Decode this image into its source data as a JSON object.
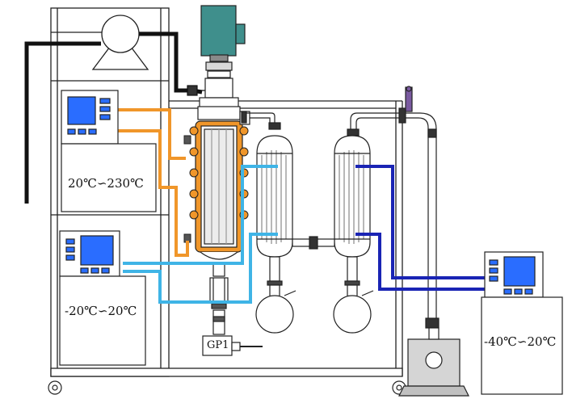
{
  "labels": {
    "heater_range": "20℃∽230℃",
    "chiller_mid_range": "-20℃∽20℃",
    "chiller_right_range": "-40℃∽20℃",
    "pump_label": "GP1"
  },
  "colors": {
    "hot_oil": "#f0962a",
    "cooling_light": "#3fb4e6",
    "cooling_dark": "#1a24b4",
    "screen": "#2a6dff",
    "motor": "#3f8f8c",
    "outline": "#222222"
  }
}
